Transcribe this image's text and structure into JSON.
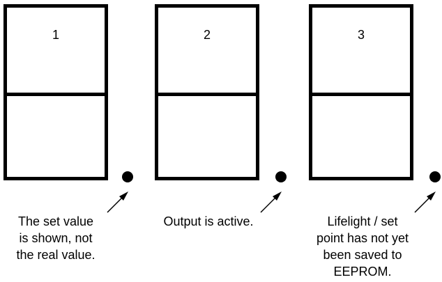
{
  "digits": [
    {
      "label": "1"
    },
    {
      "label": "2"
    },
    {
      "label": "3"
    }
  ],
  "captions": [
    {
      "lines": [
        "The set value",
        "is shown, not",
        "the real value."
      ]
    },
    {
      "lines": [
        "Output is active."
      ]
    },
    {
      "lines": [
        "Lifelight / set",
        "point has not yet",
        "been saved to",
        "EEPROM."
      ]
    }
  ],
  "colors": {
    "stroke": "#000000",
    "background": "#ffffff"
  },
  "icons": {
    "indicator": "filled-circle-dot",
    "pointer": "arrow-up-right"
  }
}
